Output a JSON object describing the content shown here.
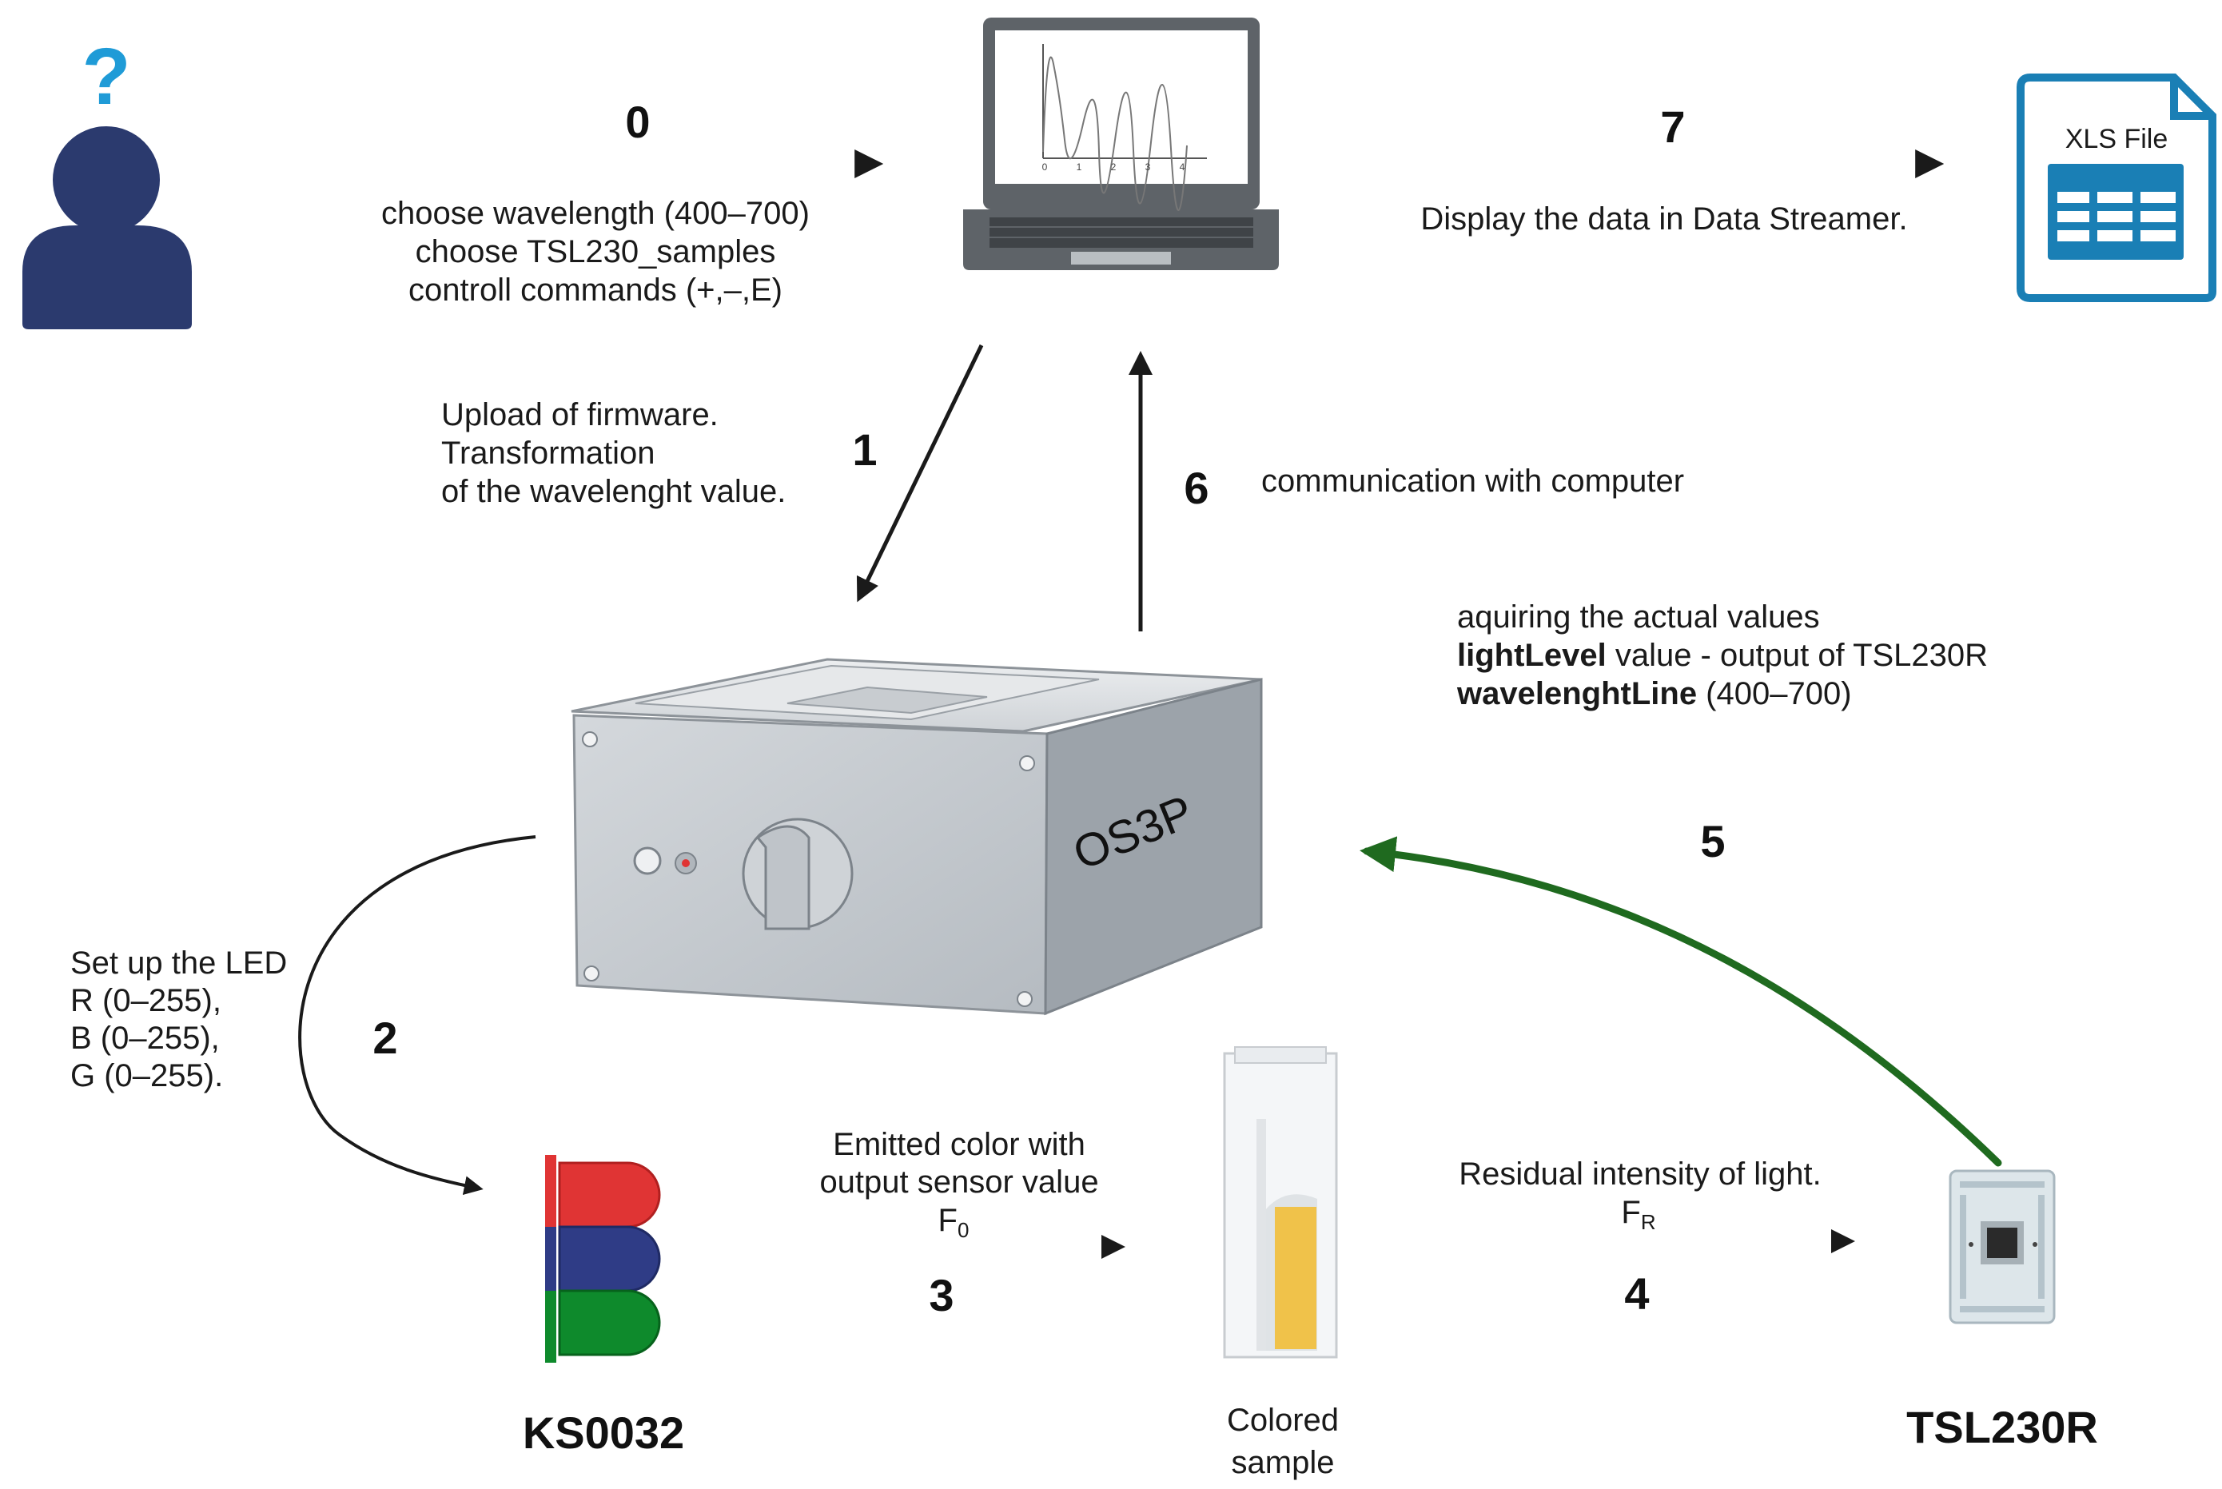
{
  "user": {
    "question_mark": "?"
  },
  "laptop": {
    "axis_ticks": [
      "0",
      "1",
      "2",
      "3",
      "4"
    ]
  },
  "xls": {
    "label": "XLS File"
  },
  "steps": {
    "s0": {
      "number": "0",
      "lines": [
        "choose wavelength (400–700)",
        "choose TSL230_samples",
        "controll commands (+,–,E)"
      ]
    },
    "s1": {
      "number": "1",
      "lines": [
        "Upload of firmware.",
        "Transformation",
        "of the wavelenght value."
      ]
    },
    "s2": {
      "number": "2",
      "lines": [
        "Set up the LED",
        "R (0–255),",
        "B (0–255),",
        "G (0–255)."
      ]
    },
    "s3": {
      "number": "3",
      "line1": "Emitted color with",
      "line2": "output sensor value",
      "symbol": "F",
      "subscript": "0"
    },
    "s4": {
      "number": "4",
      "line1": "Residual intensity of light.",
      "symbol": "F",
      "subscript": "R"
    },
    "s5": {
      "number": "5",
      "line1": "aquiring the actual values",
      "line2_bold": "lightLevel",
      "line2_rest": " value - output of TSL230R",
      "line3_bold": "wavelenghtLine",
      "line3_rest": " (400–700)"
    },
    "s6": {
      "number": "6",
      "text": "communication with computer"
    },
    "s7": {
      "number": "7",
      "text": "Display the data in Data Streamer."
    }
  },
  "device": {
    "label": "OS3P"
  },
  "led": {
    "label": "KS0032"
  },
  "cuvette": {
    "label_line1": "Colored",
    "label_line2": "sample"
  },
  "sensor": {
    "label": "TSL230R"
  },
  "colors": {
    "user": "#2b3a6e",
    "question": "#1f9bd7",
    "arrow": "#1a1a1a",
    "green_arrow": "#1f6a1f",
    "xls": "#1a7fb5",
    "led_red": "#e03434",
    "led_blue": "#2f3c86",
    "led_green": "#0e8a2c",
    "liquid": "#f0c24a"
  }
}
